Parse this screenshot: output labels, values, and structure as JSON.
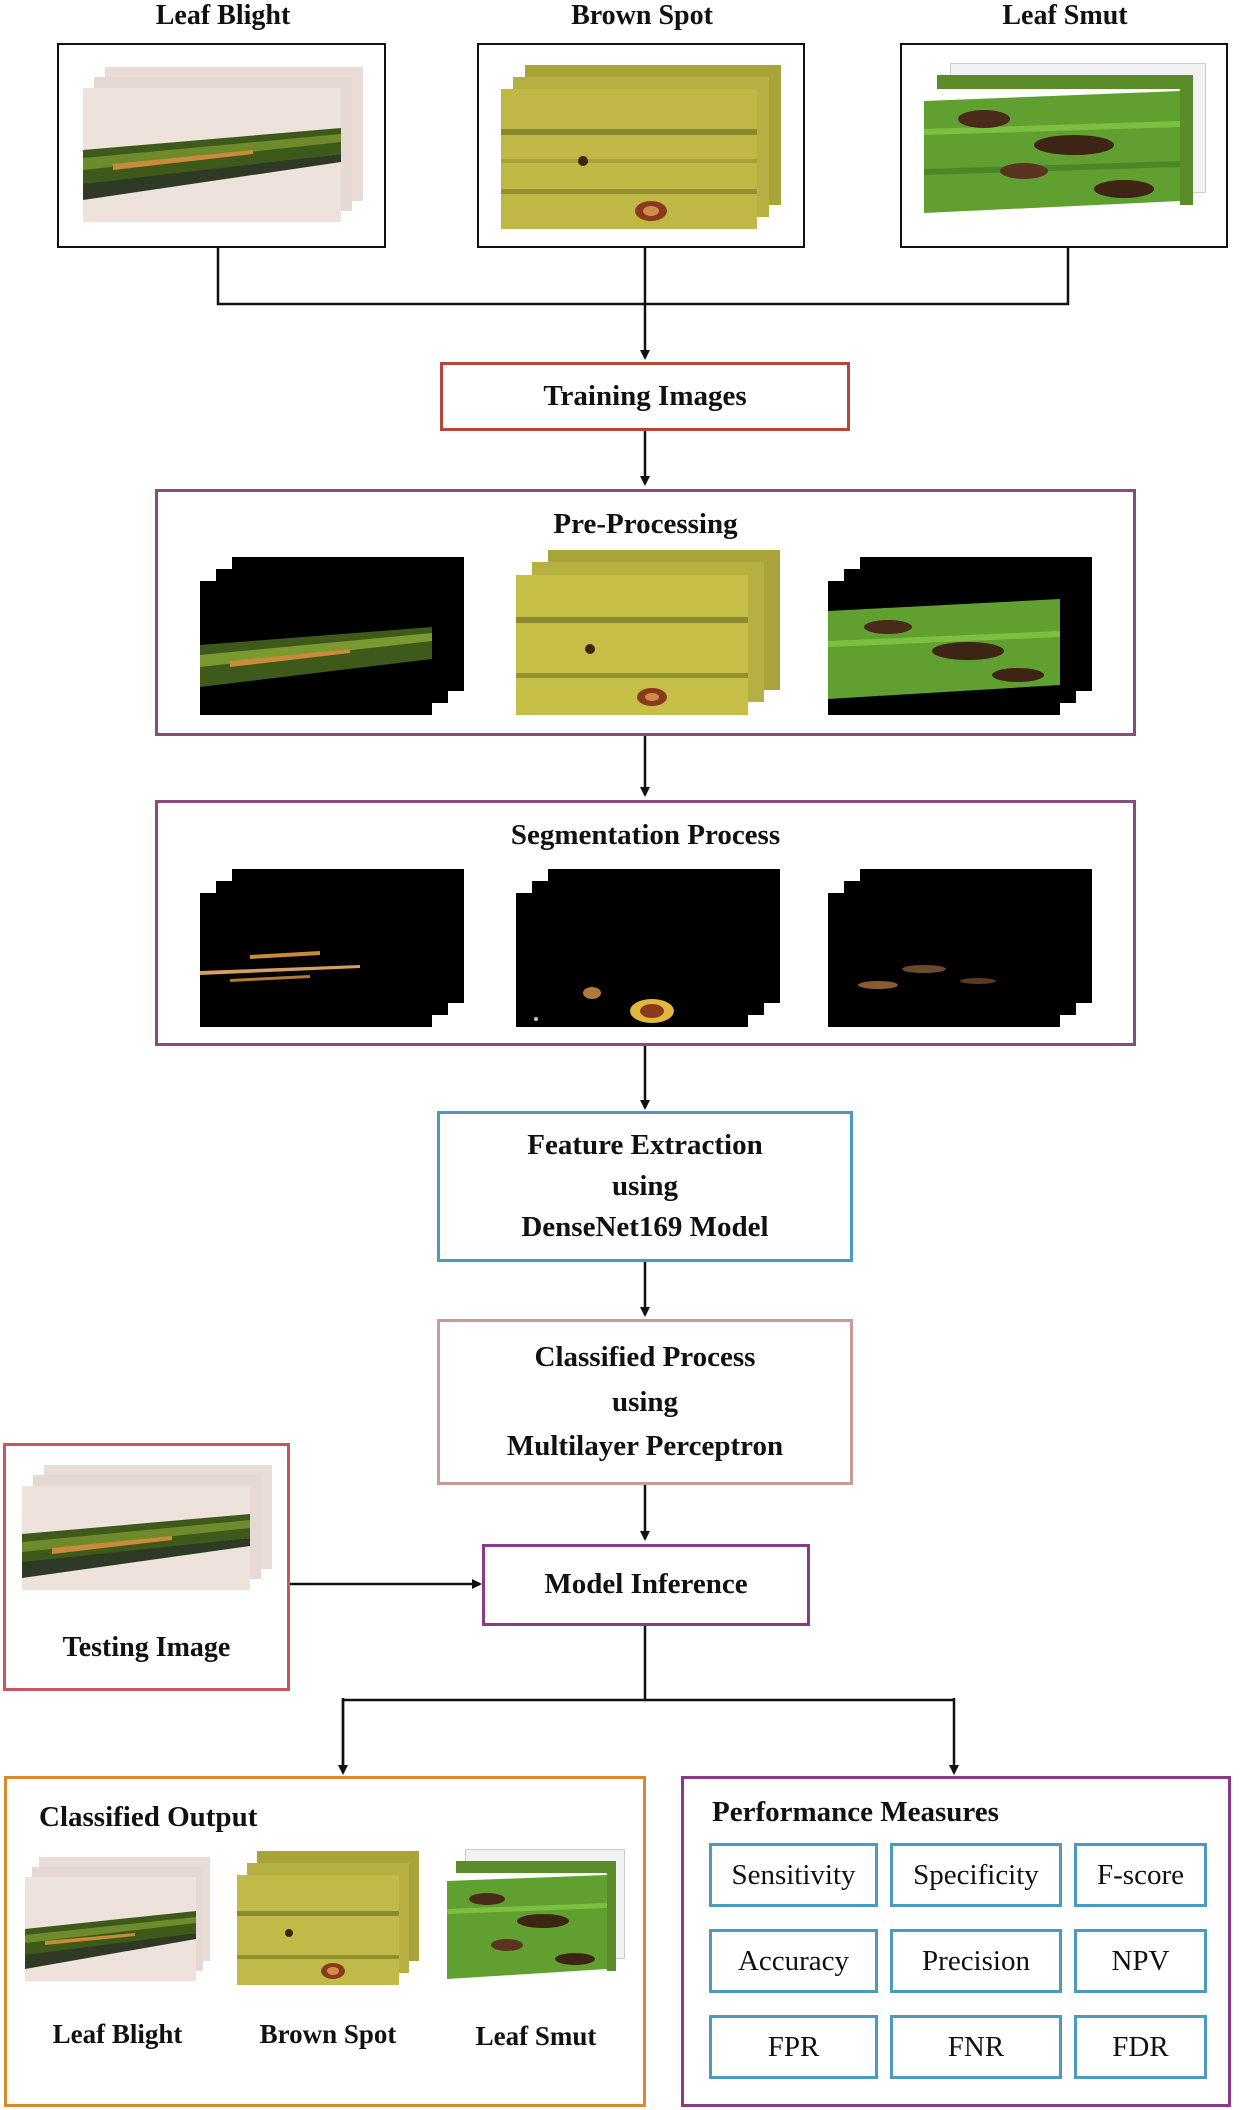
{
  "top_inputs": [
    {
      "label": "Leaf Blight",
      "type": "blight"
    },
    {
      "label": "Brown Spot",
      "type": "brown"
    },
    {
      "label": "Leaf Smut",
      "type": "smut"
    }
  ],
  "training": {
    "label": "Training Images",
    "border": "#b5473a"
  },
  "preprocessing": {
    "title": "Pre-Processing",
    "border": "#8a4c7d"
  },
  "segmentation": {
    "title": "Segmentation Process",
    "border": "#8a4c7d"
  },
  "feature": {
    "line1": "Feature Extraction",
    "line2": "using",
    "line3": "DenseNet169 Model",
    "border": "#4a9bbf"
  },
  "classified_process": {
    "line1": "Classified Process",
    "line2": "using",
    "line3": "Multilayer Perceptron",
    "border": "#c99a97"
  },
  "testing": {
    "label": "Testing Image",
    "border": "#c9565a"
  },
  "inference": {
    "label": "Model Inference",
    "border": "#8a3a86"
  },
  "output": {
    "title": "Classified Output",
    "border": "#d98a2b",
    "items": [
      "Leaf Blight",
      "Brown Spot",
      "Leaf Smut"
    ]
  },
  "performance": {
    "title": "Performance Measures",
    "border": "#8a3a86",
    "metric_border": "#4a9bbf",
    "metrics": [
      "Sensitivity",
      "Specificity",
      "F-score",
      "Accuracy",
      "Precision",
      "NPV",
      "FPR",
      "FNR",
      "FDR"
    ]
  }
}
